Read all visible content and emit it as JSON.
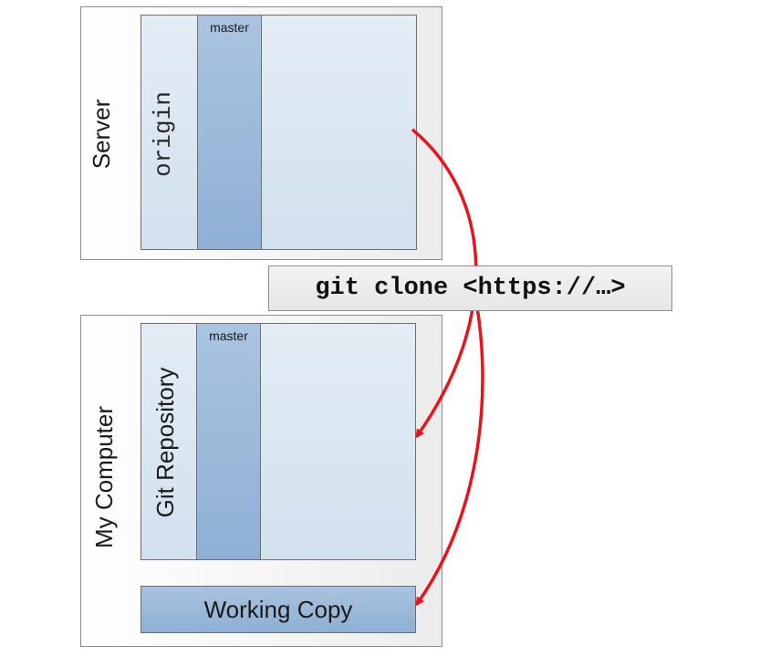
{
  "server": {
    "label": "Server",
    "repo_label": "origin",
    "branch_label": "master"
  },
  "local": {
    "label": "My Computer",
    "repo_label": "Git Repository",
    "branch_label": "master",
    "working_copy_label": "Working Copy"
  },
  "command": "git clone <https://…>",
  "colors": {
    "arrow": "#e8141b",
    "repo_fill": "#dae6f1",
    "branch_fill": "#9cb9da",
    "outer_border": "#8c8c8c"
  },
  "icons": [
    "arrow-to-git-repository",
    "arrow-to-working-copy"
  ]
}
